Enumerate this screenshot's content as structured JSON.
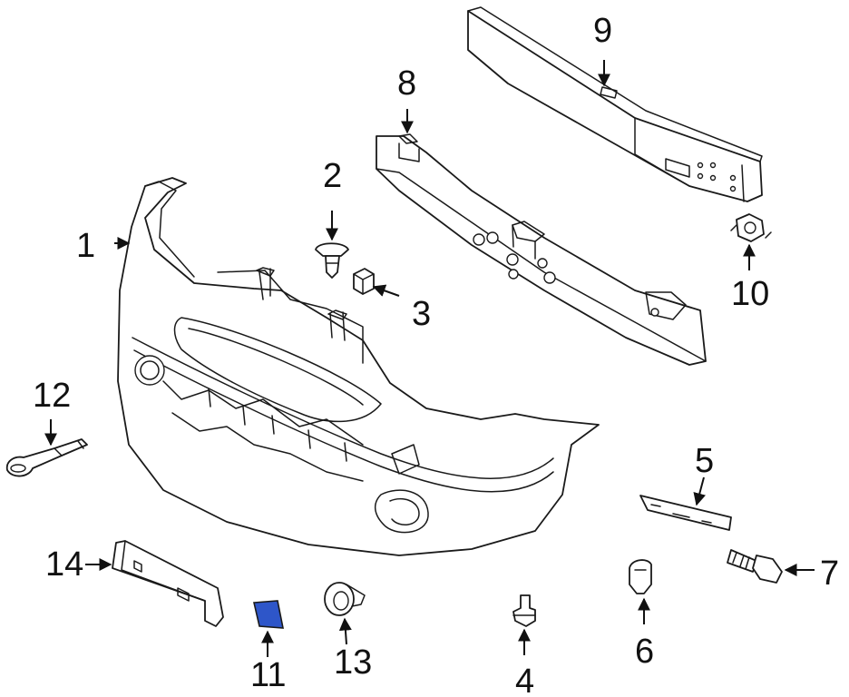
{
  "colors": {
    "line": "#1a1a1a",
    "highlight": "#2e56c9",
    "background": "#ffffff"
  },
  "callouts": [
    {
      "id": "1",
      "label": "1"
    },
    {
      "id": "2",
      "label": "2"
    },
    {
      "id": "3",
      "label": "3"
    },
    {
      "id": "4",
      "label": "4"
    },
    {
      "id": "5",
      "label": "5"
    },
    {
      "id": "6",
      "label": "6"
    },
    {
      "id": "7",
      "label": "7"
    },
    {
      "id": "8",
      "label": "8"
    },
    {
      "id": "9",
      "label": "9"
    },
    {
      "id": "10",
      "label": "10"
    },
    {
      "id": "11",
      "label": "11"
    },
    {
      "id": "12",
      "label": "12"
    },
    {
      "id": "13",
      "label": "13"
    },
    {
      "id": "14",
      "label": "14"
    }
  ],
  "highlighted_part": "11"
}
